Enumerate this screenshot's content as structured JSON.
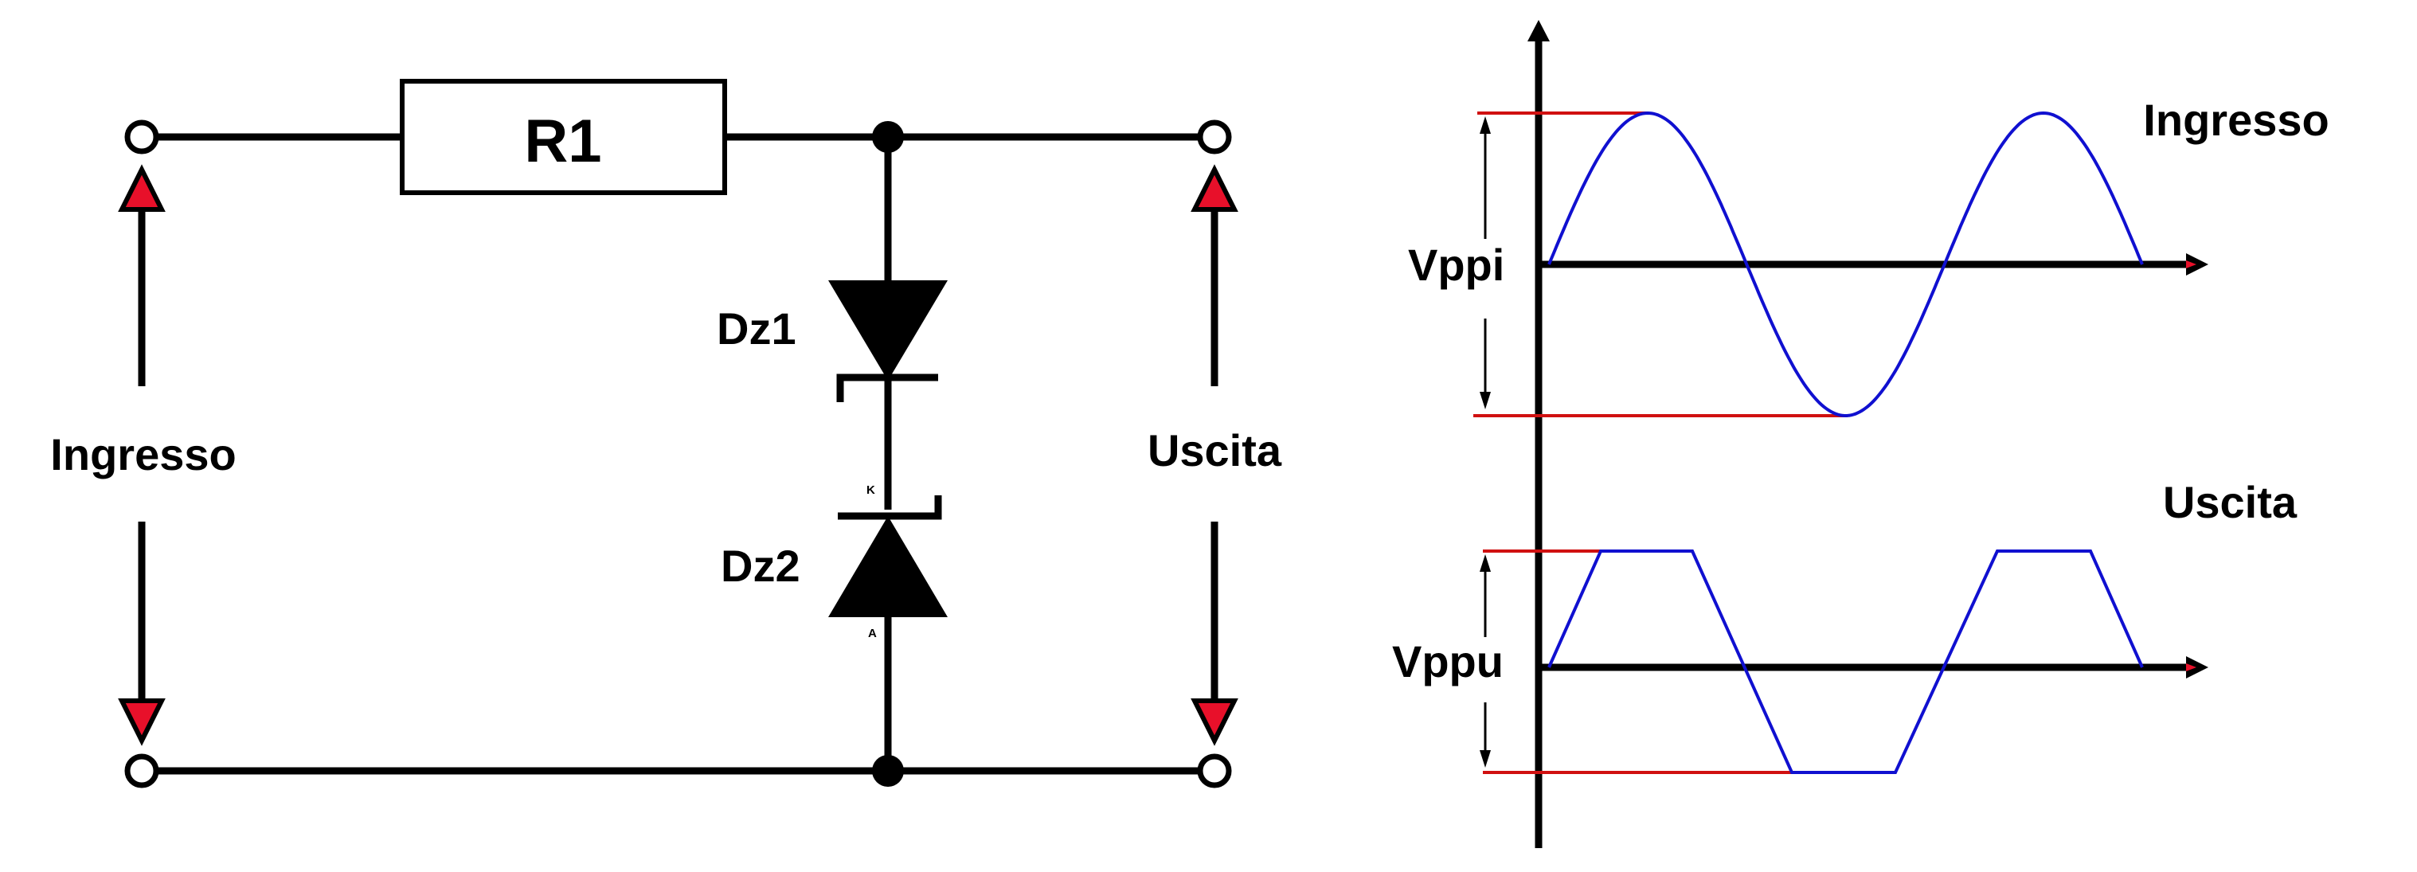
{
  "circuit": {
    "resistor_label": "R1",
    "zener_1_label": "Dz1",
    "zener_2_label": "Dz2",
    "cathode_mark": "K",
    "anode_mark": "A",
    "input_label": "Ingresso",
    "output_label": "Uscita"
  },
  "waveforms": {
    "input_title": "Ingresso",
    "output_title": "Uscita",
    "input_vpp_label": "Vppi",
    "output_vpp_label": "Vppu"
  },
  "colors": {
    "wire": "#000000",
    "arrow_head": "#e8102a",
    "waveform": "#1010d0",
    "level_line": "#d01010"
  }
}
